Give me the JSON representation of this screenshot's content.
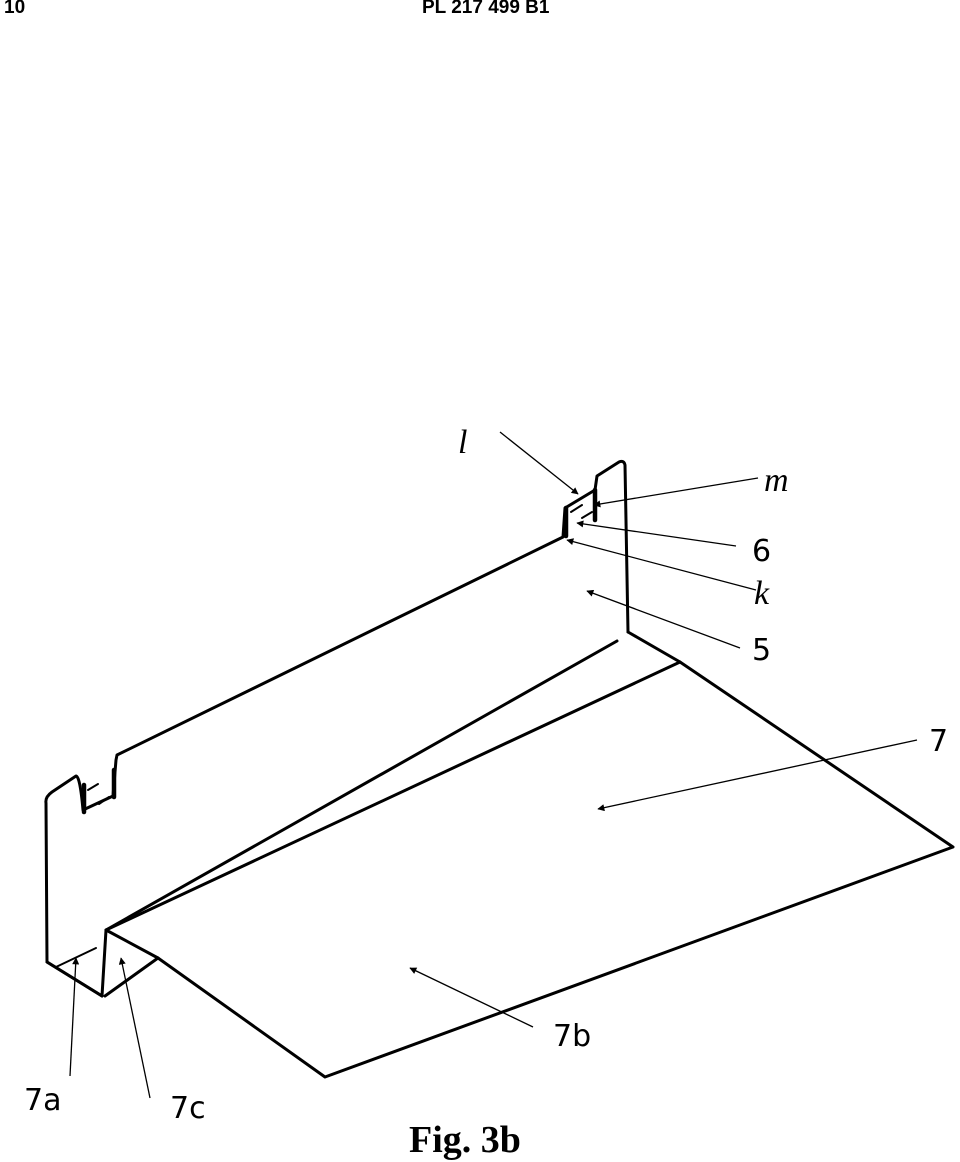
{
  "header": {
    "page_number": "10",
    "patent_number": "PL 217 499 B1"
  },
  "figure": {
    "caption": "Fig. 3b",
    "labels": {
      "l": "l",
      "m": "m",
      "six": "6",
      "k": "k",
      "five": "5",
      "seven": "7",
      "seven_b": "7b",
      "seven_a": "7a",
      "seven_c": "7c"
    }
  }
}
